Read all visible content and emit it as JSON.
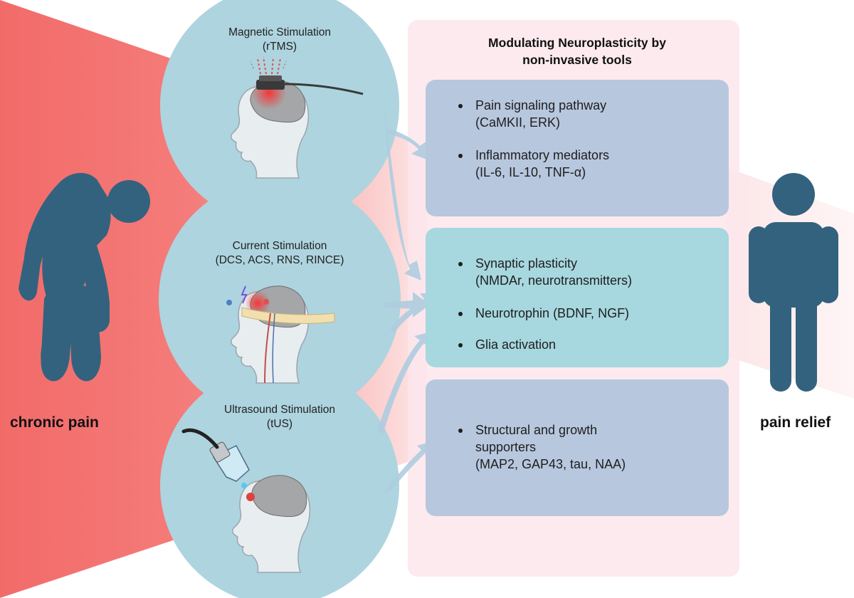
{
  "left_label": "chronic pain",
  "right_label": "pain relief",
  "stimulations": [
    {
      "title": "Magnetic Stimulation",
      "subtitle": "(rTMS)"
    },
    {
      "title": "Current Stimulation",
      "subtitle": "(DCS, ACS, RNS, RINCE)"
    },
    {
      "title": "Ultrasound Stimulation",
      "subtitle": "(tUS)"
    }
  ],
  "panel": {
    "title_line1": "Modulating Neuroplasticity by",
    "title_line2": "non-invasive tools",
    "boxes": [
      {
        "items": [
          {
            "line1": "Pain signaling pathway",
            "line2": "(CaMKII, ERK)"
          },
          {
            "line1": "Inflammatory mediators",
            "line2": "(IL-6, IL-10, TNF-α)"
          }
        ]
      },
      {
        "items": [
          {
            "line1": "Synaptic plasticity",
            "line2": "(NMDAr, neurotransmitters)"
          },
          {
            "line1": "Neurotrophin (BDNF, NGF)",
            "line2": ""
          },
          {
            "line1": "Glia activation",
            "line2": ""
          }
        ]
      },
      {
        "items": [
          {
            "line1": "Structural and growth",
            "line2": "supporters",
            "line3": "(MAP2, GAP43, tau, NAA)"
          }
        ]
      }
    ]
  },
  "colors": {
    "pain_red": "#f47a78",
    "figure_blue": "#34637f",
    "circle_blue": "#afd6df",
    "box_blue_grey": "#b8c7de",
    "box_teal": "#a9d9df"
  }
}
